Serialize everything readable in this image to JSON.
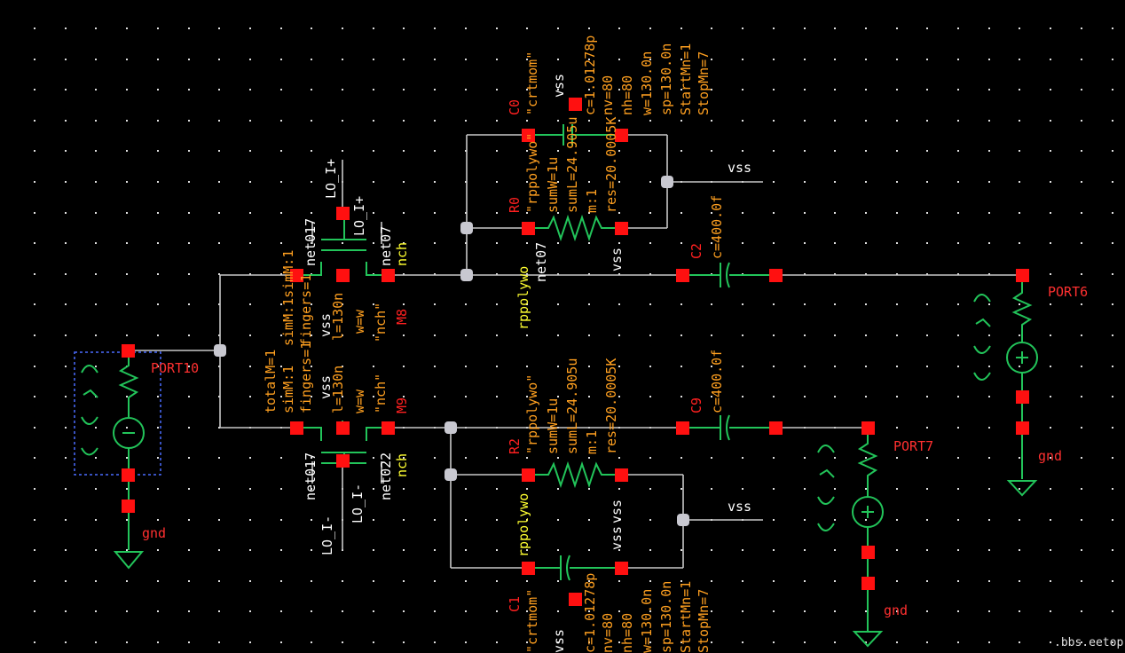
{
  "colors": {
    "background": "#000000",
    "wire": "#c8c8c8",
    "symbol": "#22c45a",
    "pin": "#ff1010",
    "instance_label": "#ff2020",
    "property": "#ffa020",
    "model": "#ffff30",
    "net": "#ffffff",
    "port": "#ff3030"
  },
  "nets": {
    "lo_i_plus": "LO_I+",
    "lo_i_plus_2": "LO_I+",
    "lo_i_minus": "LO_I-",
    "lo_i_minus_2": "LO_I-",
    "net017_top": "net017",
    "net017_bot": "net017",
    "net07_a": "net07",
    "net07_b": "net07",
    "net022": "net022",
    "vss_top": "vss",
    "vss_bot": "vss",
    "vss_c0": "vss",
    "vss_c0b": "vss",
    "vss_r0": "vss",
    "vss_r0b": "vss",
    "vss_r2": "vss",
    "vss_r2b": "vss",
    "vss_c1": "vss",
    "vss_m8": "vss",
    "vss_m9": "vss",
    "gnd1": "gnd",
    "gnd2": "gnd",
    "gnd3": "gnd"
  },
  "instances": {
    "m8": {
      "name": "M8",
      "model": "nch",
      "props": [
        "w=w",
        "\"nch\"",
        "l=130n"
      ]
    },
    "m9": {
      "name": "M9",
      "model": "nch",
      "props": [
        "w=w",
        "\"nch\"",
        "l=130n"
      ]
    },
    "m_common": [
      "totalM=1",
      "simM:1",
      "fingers=1",
      "simM:1simM:1",
      "fingers=1"
    ],
    "c0": {
      "name": "C0",
      "model": "crtmom",
      "props": [
        "\"crtmom\"",
        "c=1.01278p",
        "nv=80",
        "nh=80",
        "w=130.0n",
        "sp=130.0n",
        "StartMn=1",
        "StopMn=7"
      ]
    },
    "c1": {
      "name": "C1",
      "model": "crtmom",
      "props": [
        "\"crtmom\"",
        "c=1.01278p",
        "nv=80",
        "nh=80",
        "w=130.0n",
        "sp=130.0n",
        "StartMn=1",
        "StopMn=7"
      ]
    },
    "c2": {
      "name": "C2",
      "value": "c=400.0f"
    },
    "c9": {
      "name": "C9",
      "value": "c=400.0f"
    },
    "r0": {
      "name": "R0",
      "model": "rppolywo",
      "props": [
        "\"rppolywo\"",
        "sumW=1u",
        "sumL=24.905u",
        "m:1",
        "res=20.0005K"
      ]
    },
    "r2": {
      "name": "R2",
      "model": "rppolywo",
      "props": [
        "\"rppolywo\"",
        "sumW=1u",
        "sumL=24.905u",
        "m:1",
        "res=20.0005K"
      ]
    }
  },
  "ports": {
    "port10": "PORT10",
    "port6": "PORT6",
    "port7": "PORT7"
  },
  "watermark": ".bbs.eetop.cn"
}
